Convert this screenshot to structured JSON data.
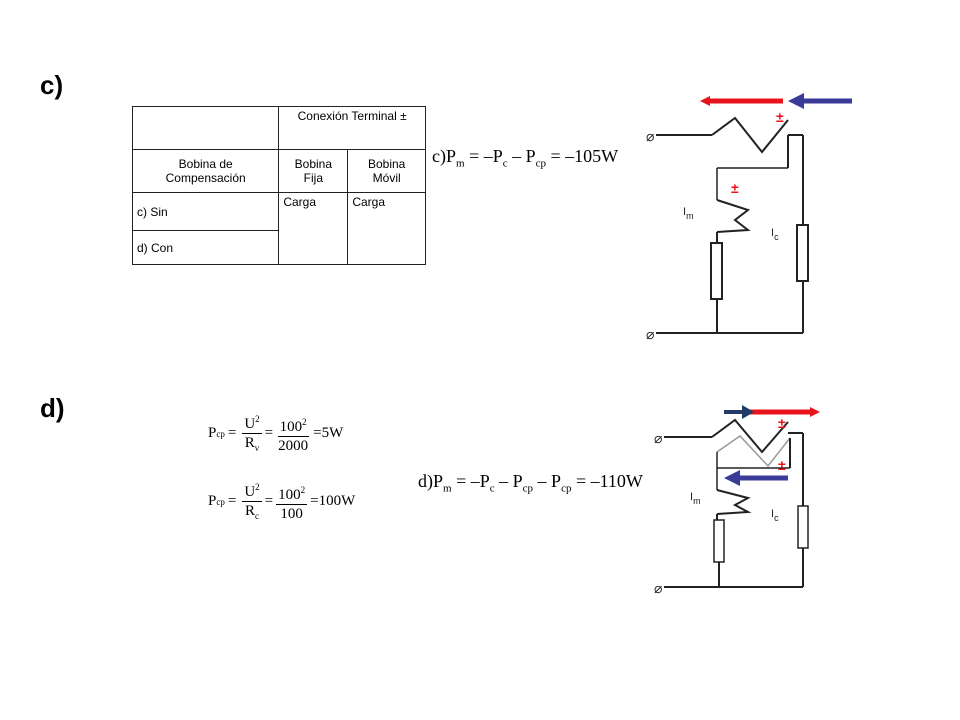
{
  "sections": {
    "c": "c)",
    "d": "d)"
  },
  "table": {
    "header_conexion": "Conexión Terminal ±",
    "header_bobina_comp": "Bobina de Compensación",
    "header_fija": "Bobina Fija",
    "header_movil": "Bobina Móvil",
    "row_sin": "c) Sin",
    "row_con": "d) Con",
    "carga_fija": "Carga",
    "carga_movil": "Carga"
  },
  "equations": {
    "c_pm": "c)P",
    "c_pm_sub": "m",
    "c_rest_1": " = –P",
    "c_rest_1_sub": "c",
    "c_rest_2": " – P",
    "c_rest_2_sub": "cp",
    "c_result": " = –105W",
    "d_pm": "d)P",
    "d_pm_sub": "m",
    "d_rest_1": " = –P",
    "d_rest_1_sub": "c",
    "d_rest_2": " – P",
    "d_rest_2_sub": "cp",
    "d_rest_3": " – P",
    "d_rest_3_sub": "cp",
    "d_result": " = –110W",
    "pcp1": {
      "lhs": "P",
      "lhs_sub": "cp",
      "num1": "U",
      "num1_sup": "2",
      "den1": "R",
      "den1_sub": "v",
      "num2": "100",
      "num2_sup": "2",
      "den2": "2000",
      "result": "=5W"
    },
    "pcp2": {
      "lhs": "P",
      "lhs_sub": "cp",
      "num1": "U",
      "num1_sup": "2",
      "den1": "R",
      "den1_sub": "c",
      "num2": "100",
      "num2_sup": "2",
      "den2": "100",
      "result": "=100W"
    }
  },
  "circuit": {
    "terminal_symbol": "⌀",
    "plusminus": "±",
    "im_label": "I",
    "im_sub": "m",
    "ic_label": "I",
    "ic_sub": "c"
  },
  "colors": {
    "red_arrow": "#e8141b",
    "blue_arrow": "#3a3a99",
    "navy_arrow": "#223a66",
    "plusminus_red": "#e8141b"
  }
}
